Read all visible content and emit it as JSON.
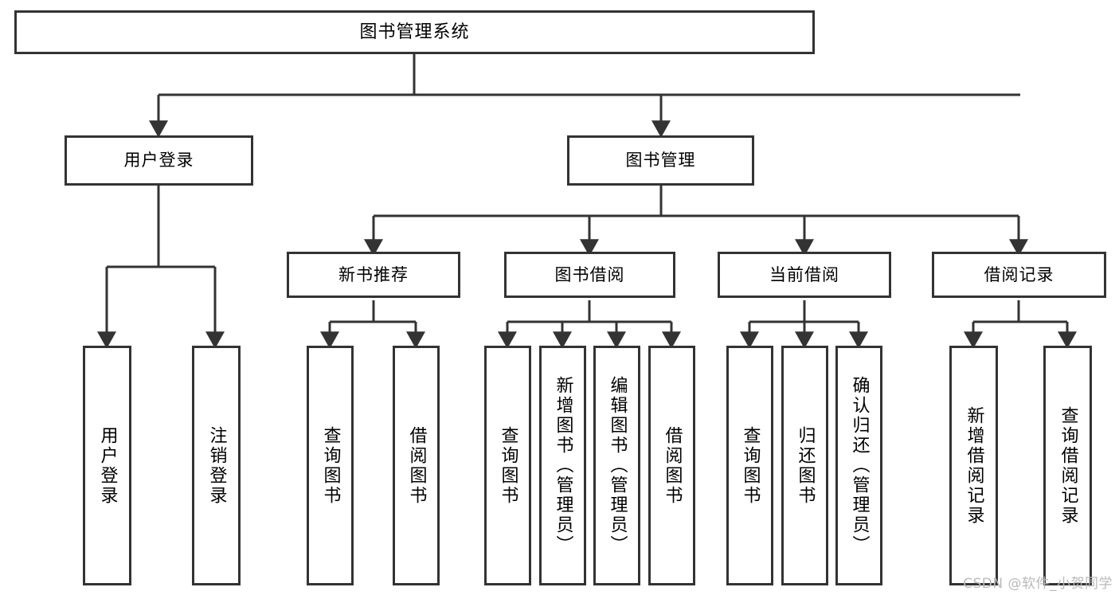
{
  "diagram": {
    "type": "tree",
    "title": "图书管理系统",
    "theme": {
      "border_color": "#333333",
      "box_fill": "#ffffff",
      "line_color": "#333333",
      "text_color": "#000000",
      "watermark_color": "#b9b9b9",
      "page_background": "#ffffff"
    },
    "watermark": "CSDN @软件_小贺同学",
    "nodes": {
      "root": {
        "label": "图书管理系统",
        "orientation": "horizontal"
      },
      "level2": [
        {
          "id": "user-login",
          "label": "用户登录",
          "orientation": "horizontal"
        },
        {
          "id": "book-management",
          "label": "图书管理",
          "orientation": "horizontal"
        }
      ],
      "level3": [
        {
          "id": "new-book-recommend",
          "label": "新书推荐",
          "orientation": "horizontal",
          "parent": "book-management"
        },
        {
          "id": "book-borrow",
          "label": "图书借阅",
          "orientation": "horizontal",
          "parent": "book-management"
        },
        {
          "id": "current-borrow",
          "label": "当前借阅",
          "orientation": "horizontal",
          "parent": "book-management"
        },
        {
          "id": "borrow-record",
          "label": "借阅记录",
          "orientation": "horizontal",
          "parent": "book-management"
        }
      ],
      "leaves": [
        {
          "id": "leaf-user-login",
          "label": "用户登录",
          "orientation": "vertical",
          "parent": "user-login"
        },
        {
          "id": "leaf-logout",
          "label": "注销登录",
          "orientation": "vertical",
          "parent": "user-login"
        },
        {
          "id": "leaf-query-book-1",
          "label": "查询图书",
          "orientation": "vertical",
          "parent": "new-book-recommend"
        },
        {
          "id": "leaf-borrow-book-1",
          "label": "借阅图书",
          "orientation": "vertical",
          "parent": "new-book-recommend"
        },
        {
          "id": "leaf-query-book-2",
          "label": "查询图书",
          "orientation": "vertical",
          "parent": "book-borrow"
        },
        {
          "id": "leaf-add-book",
          "label": "新增图书（管理员）",
          "orientation": "vertical",
          "parent": "book-borrow"
        },
        {
          "id": "leaf-edit-book",
          "label": "编辑图书（管理员）",
          "orientation": "vertical",
          "parent": "book-borrow"
        },
        {
          "id": "leaf-borrow-book-2",
          "label": "借阅图书",
          "orientation": "vertical",
          "parent": "book-borrow"
        },
        {
          "id": "leaf-query-book-3",
          "label": "查询图书",
          "orientation": "vertical",
          "parent": "current-borrow"
        },
        {
          "id": "leaf-return-book",
          "label": "归还图书",
          "orientation": "vertical",
          "parent": "current-borrow"
        },
        {
          "id": "leaf-confirm-return",
          "label": "确认归还（管理员）",
          "orientation": "vertical",
          "parent": "current-borrow"
        },
        {
          "id": "leaf-add-record",
          "label": "新增借阅记录",
          "orientation": "vertical",
          "parent": "borrow-record"
        },
        {
          "id": "leaf-query-record",
          "label": "查询借阅记录",
          "orientation": "vertical",
          "parent": "borrow-record"
        }
      ]
    }
  }
}
